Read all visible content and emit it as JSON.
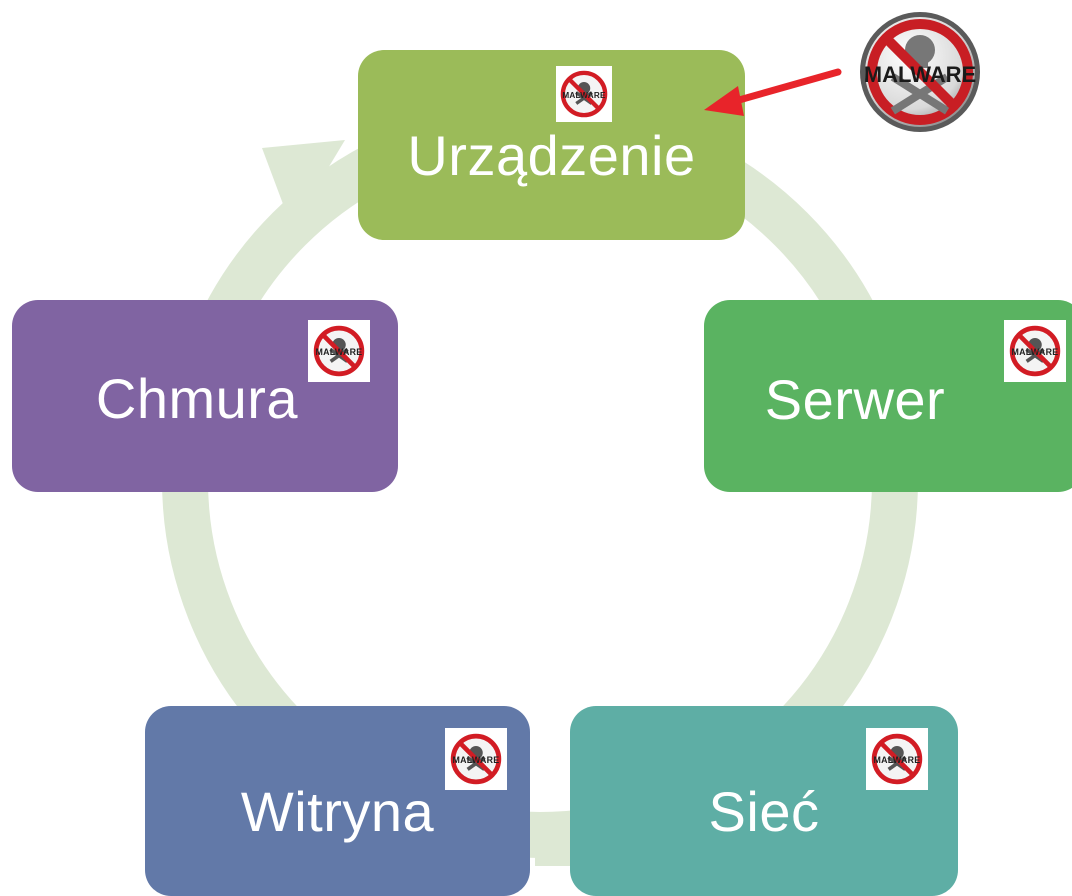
{
  "diagram": {
    "nodes": [
      {
        "id": "urzadzenie",
        "label": "Urządzenie",
        "color": "#9bbb59"
      },
      {
        "id": "serwer",
        "label": "Serwer",
        "color": "#5ab361"
      },
      {
        "id": "siec",
        "label": "Sieć",
        "color": "#5eaea5"
      },
      {
        "id": "witryna",
        "label": "Witryna",
        "color": "#6279a8"
      },
      {
        "id": "chmura",
        "label": "Chmura",
        "color": "#8064a2"
      }
    ],
    "ring_color": "#dde8d4",
    "badge_text": "MALWARE",
    "pointer_color": "#e8242a"
  }
}
